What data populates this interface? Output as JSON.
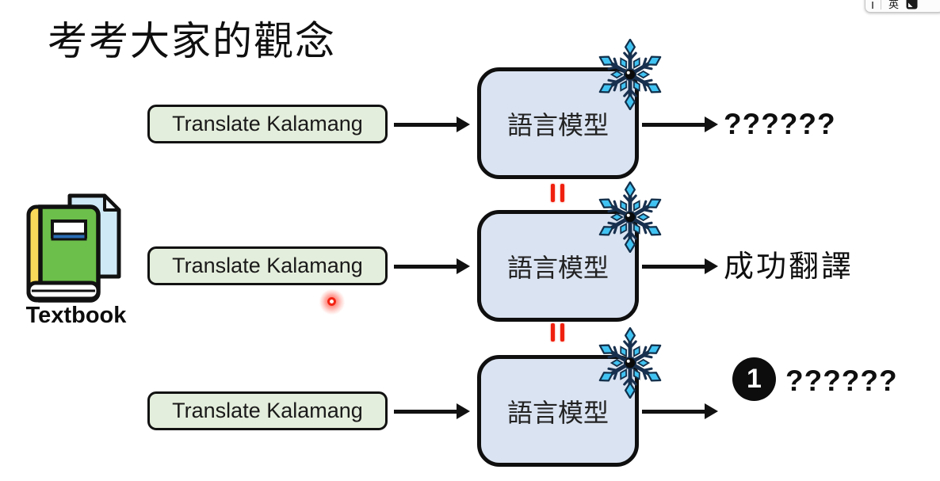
{
  "slide": {
    "title": "考考大家的觀念",
    "textbook": {
      "label": "Textbook"
    },
    "rows": [
      {
        "prompt": "Translate Kalamang",
        "model": "語言模型",
        "output": "??????"
      },
      {
        "prompt": "Translate Kalamang",
        "model": "語言模型",
        "output": "成功翻譯"
      },
      {
        "prompt": "Translate Kalamang",
        "model": "語言模型",
        "badge": "1",
        "output": "??????"
      }
    ],
    "equals_between_models": "=",
    "colors": {
      "background": "#ffffff",
      "prompt_box_fill": "#e4eedc",
      "model_box_fill": "#dae3f1",
      "outline": "#111111",
      "equals_red": "#f0200f",
      "snowflake_cyan": "#41c3f2",
      "snowflake_navy": "#18304e",
      "badge_fill": "#0d0d0d",
      "laser_red": "#f32313"
    },
    "icons": {
      "snowflake": "snowflake-icon",
      "textbook": "textbook-icon",
      "laser": "laser-pointer-dot",
      "arrow": "arrow-right-icon",
      "equals": "equals-sign-rotated"
    }
  },
  "ime": {
    "language_label": "英"
  }
}
